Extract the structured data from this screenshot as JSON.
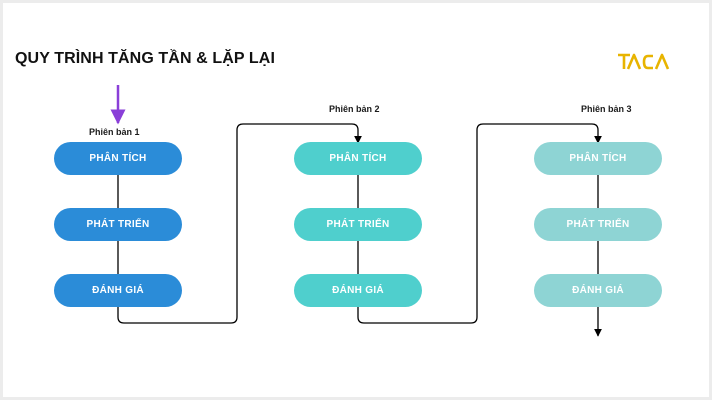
{
  "title": "QUY TRÌNH TĂNG TẦN & LẶP LẠI",
  "logo_text": "TACA",
  "colors": {
    "version1": "#2B8CD8",
    "version2": "#4FCFCD",
    "version3": "#8ED4D4",
    "connector": "#000000",
    "start_arrow": "#8A3FD8",
    "logo": "#E8B400"
  },
  "versions": [
    {
      "label": "Phiên bản 1",
      "steps": [
        "PHÂN TÍCH",
        "PHÁT TRIỂN",
        "ĐÁNH GIÁ"
      ]
    },
    {
      "label": "Phiên bản 2",
      "steps": [
        "PHÂN TÍCH",
        "PHÁT TRIỂN",
        "ĐÁNH GIÁ"
      ]
    },
    {
      "label": "Phiên bản 3",
      "steps": [
        "PHÂN TÍCH",
        "PHÁT TRIỂN",
        "ĐÁNH GIÁ"
      ]
    }
  ]
}
